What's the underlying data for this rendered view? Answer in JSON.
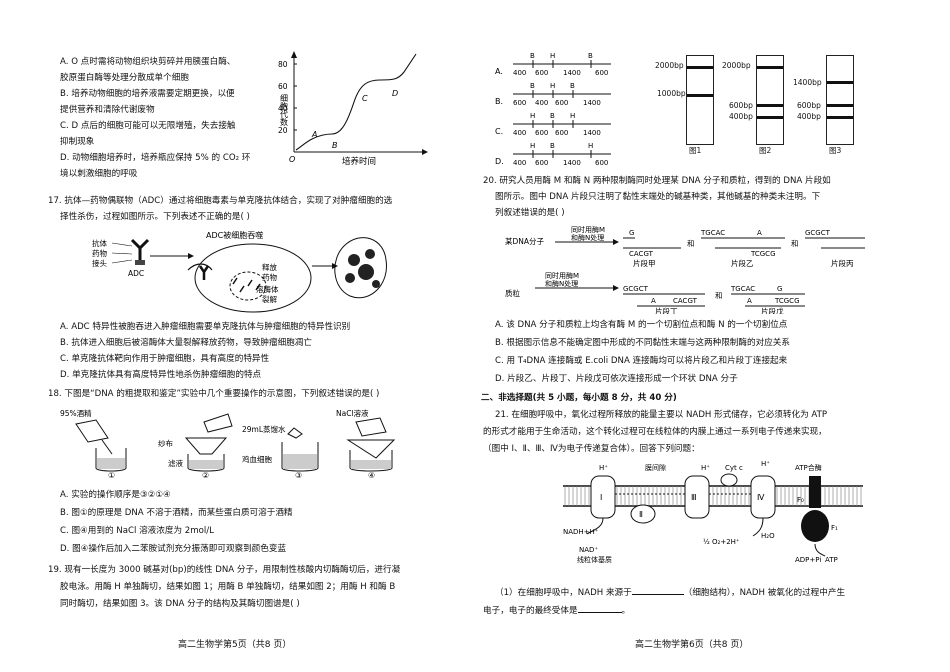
{
  "left": {
    "q16_options": [
      "A. O 点时需将动物组织块剪碎并用胰蛋白酶、",
      "胶原蛋白酶等处理分散成单个细胞",
      "B. 培养动物细胞的培养液需要定期更换，以便",
      "提供营养和清除代谢废物",
      "C. D 点后的细胞可能可以无限增殖，失去接触",
      "抑制现象",
      "D. 动物细胞培养时，培养瓶应保持 5% 的 CO₂ 环",
      "境以刺激细胞的呼吸"
    ],
    "growth_chart": {
      "ylabel": "细胞代数",
      "xlabel": "培养时间",
      "origin": "O",
      "yticks": [
        "20",
        "40",
        "60",
        "80"
      ],
      "points": [
        "A",
        "B",
        "C",
        "D"
      ]
    },
    "q17": {
      "stem1": "17. 抗体—药物偶联物（ADC）通过将细胞毒素与单克隆抗体结合，实现了对肿瘤细胞的选",
      "stem2": "择性杀伤，过程如图所示。下列表述不正确的是(    )",
      "fig_labels": {
        "antibody": "抗体",
        "drug": "药物",
        "linker": "接头",
        "adc": "ADC",
        "engulf": "ADC被细胞吞噬",
        "release1": "释放",
        "release2": "药物",
        "lysosome": "溶酶体",
        "rupture": "裂解"
      },
      "options": [
        "A. ADC 特异性被胞吞进入肿瘤细胞需要单克隆抗体与肿瘤细胞的特异性识别",
        "B. 抗体进入细胞后被溶酶体大量裂解释放药物，导致肿瘤细胞凋亡",
        "C. 单克隆抗体靶向作用于肿瘤细胞，具有高度的特异性",
        "D. 单克隆抗体具有高度特异性地杀伤肿瘤细胞的特点"
      ]
    },
    "q18": {
      "stem": "18. 下图是“DNA 的粗提取和鉴定”实验中几个重要操作的示意图，下列叙述错误的是(    )",
      "fig_labels": {
        "alcohol": "95%酒精",
        "gauze": "纱布",
        "filtrate": "滤液",
        "water": "29mL蒸馏水",
        "blood": "鸡血细胞",
        "nacl": "NaCl溶液",
        "n1": "①",
        "n2": "②",
        "n3": "③",
        "n4": "④"
      },
      "options": [
        "A. 实验的操作顺序是③②①④",
        "B. 图①的原理是 DNA 不溶于酒精，而某些蛋白质可溶于酒精",
        "C. 图④用到的 NaCl 溶液浓度为 2mol/L",
        "D. 图④操作后加入二苯胺试剂充分振荡即可观察到颜色变蓝"
      ]
    },
    "q19": {
      "lines": [
        "19. 现有一长度为 3000 碱基对(bp)的线性 DNA 分子，用限制性核酸内切酶酶切后，进行凝",
        "胶电泳。用酶 H 单独酶切，结果如图 1；用酶 B 单独酶切，结果如图 2；用酶 H 和酶 B",
        "同时酶切，结果如图 3。该 DNA 分子的结构及其酶切图谱是(    )"
      ]
    },
    "footer": "高二生物学第5页（共8 页）"
  },
  "right": {
    "maps": [
      {
        "label": "A.",
        "sites": [
          "B",
          "H",
          "B"
        ],
        "segs": [
          "400",
          "600",
          "1400",
          "600"
        ]
      },
      {
        "label": "B.",
        "sites": [
          "B",
          "H",
          "B"
        ],
        "segs": [
          "600",
          "400",
          "600",
          "1400"
        ]
      },
      {
        "label": "C.",
        "sites": [
          "H",
          "B",
          "H"
        ],
        "segs": [
          "400",
          "600",
          "600",
          "1400"
        ]
      },
      {
        "label": "D.",
        "sites": [
          "H",
          "B",
          "H"
        ],
        "segs": [
          "400",
          "600",
          "1400",
          "600"
        ]
      }
    ],
    "gels": {
      "g1": {
        "name": "图1",
        "bands": [
          "2000bp",
          "1000bp"
        ]
      },
      "g2": {
        "name": "图2",
        "bands": [
          "2000bp",
          "600bp",
          "400bp"
        ]
      },
      "g3": {
        "name": "图3",
        "bands": [
          "1400bp",
          "600bp",
          "400bp"
        ]
      }
    },
    "q20": {
      "stem": [
        "20. 研究人员用酶 M 和酶 N 两种限制酶同时处理某 DNA 分子和质粒，得到的 DNA 片段如",
        "图所示。图中 DNA 片段只注明了黏性末端处的碱基种类，其他碱基的种类未注明。下",
        "列叙述错误的是(    )"
      ],
      "fig": {
        "dna": "某DNA分子",
        "plasmid": "质粒",
        "treat1": "同时用酶M",
        "treat2": "和酶N处理",
        "and": "和",
        "frag_a": "片段甲",
        "frag_b": "片段乙",
        "frag_c": "片段丙",
        "frag_d": "片段丁",
        "frag_e": "片段戊",
        "s1": "G",
        "s2": "CACGT",
        "s3": "TGCAC",
        "s4": "A",
        "s5": "TCGCG",
        "s6": "GCGCT",
        "s7": "GCGCT",
        "s8": "CACGT",
        "s9": "TGCAC",
        "s10": "TCGCG"
      },
      "options": [
        "A. 该 DNA 分子和质粒上均含有酶 M 的一个切割位点和酶 N 的一个切割位点",
        "B. 根据图示信息不能确定图中形成的不同黏性末端与这两种限制酶的对应关系",
        "C. 用 T₄DNA 连接酶或 E.coli DNA 连接酶均可以将片段乙和片段丁连接起来",
        "D. 片段乙、片段丁、片段戊可依次连接形成一个环状 DNA 分子"
      ]
    },
    "section2": "二、非选择题(共 5 小题，每小题 8 分，共 40 分)",
    "q21": {
      "stem": [
        "21. 在细胞呼吸中，氧化过程所释放的能量主要以 NADH 形式储存，它必须转化为 ATP",
        "的形式才能用于生命活动，这个转化过程可在线粒体的内膜上通过一系列电子传递来实现，",
        "（图中 Ⅰ、Ⅱ、Ⅲ、Ⅳ为电子传递复合体）。回答下列问题："
      ],
      "fig": {
        "hplus": "H⁺",
        "space": "膜间隙",
        "cytc": "Cyt c",
        "atp_synthase": "ATP合酶",
        "nadh": "NADH+H⁺",
        "nad": "NAD⁺",
        "matrix": "线粒体基质",
        "c1": "Ⅰ",
        "c2": "Ⅱ",
        "c3": "Ⅲ",
        "c4": "Ⅳ",
        "o2": "½ O₂+2H⁺",
        "h2o": "H₂O",
        "f0": "F₀",
        "f1": "F₁",
        "adp": "ADP+Pi",
        "atp": "ATP"
      },
      "q1_a": "（1）在细胞呼吸中，NADH 来源于",
      "q1_b": "（细胞结构），NADH 被氧化的过程中产生",
      "q1_c": "电子，电子的最终受体是",
      "q1_d": "。"
    },
    "footer": "高二生物学第6页（共8 页）"
  }
}
